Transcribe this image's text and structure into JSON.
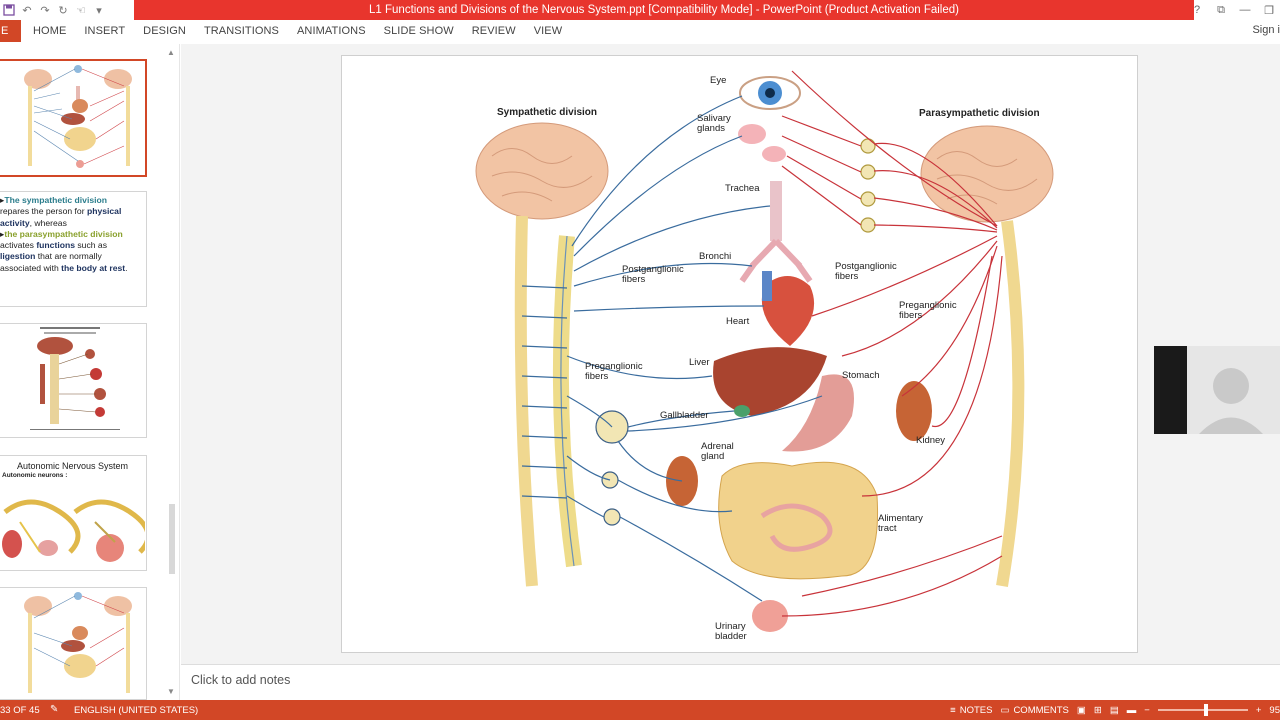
{
  "window": {
    "title": "L1 Functions and Divisions of the Nervous System.ppt [Compatibility Mode] - PowerPoint (Product Activation Failed)",
    "accent_color": "#d24726",
    "title_bar_color": "#e8352d",
    "controls": [
      "?",
      "⧉",
      "—",
      "❐"
    ]
  },
  "qat": {
    "icons": [
      "save-icon",
      "undo-icon",
      "redo-icon",
      "touch-mode-icon",
      "pointer-icon",
      "customize-icon"
    ]
  },
  "ribbon": {
    "file_tab": "E",
    "tabs": [
      "HOME",
      "INSERT",
      "DESIGN",
      "TRANSITIONS",
      "ANIMATIONS",
      "SLIDE SHOW",
      "REVIEW",
      "VIEW"
    ],
    "sign_in": "Sign i"
  },
  "thumbnails": {
    "slide2_text": [
      {
        "prefix": "",
        "accent": "The sympathetic division",
        "suffix": ""
      },
      {
        "prefix": "repares the person for ",
        "accent": "physical",
        "suffix": ""
      },
      {
        "prefix": "",
        "accent": "activity",
        "suffix": ", whereas"
      },
      {
        "prefix": "",
        "accent": "the parasympathetic division",
        "suffix": ""
      },
      {
        "prefix": "activates ",
        "accent": "functions",
        "suffix": " such as"
      },
      {
        "prefix": "",
        "accent": "ligestion",
        "suffix": " that are normally"
      },
      {
        "prefix": "associated with ",
        "accent": "the body at rest",
        "suffix": "."
      }
    ],
    "slide4_title": "Autonomic Nervous System",
    "slide4_subtitle": "Autonomic neurons :"
  },
  "slide": {
    "labels": {
      "sympathetic": "Sympathetic division",
      "parasympathetic": "Parasympathetic division",
      "eye": "Eye",
      "salivary": "Salivary glands",
      "trachea": "Trachea",
      "bronchi": "Bronchi",
      "heart": "Heart",
      "liver": "Liver",
      "gallbladder": "Gallbladder",
      "adrenal": "Adrenal gland",
      "stomach": "Stomach",
      "kidney": "Kidney",
      "alimentary": "Alimentary tract",
      "urinary": "Urinary bladder",
      "postganglionic_left": "Postganglionic fibers",
      "postganglionic_right": "Postganglionic fibers",
      "preganglionic_left": "Preganglionic fibers",
      "preganglionic_right": "Preganglionic fibers"
    }
  },
  "notes": {
    "placeholder": "Click to add notes"
  },
  "status": {
    "slide_counter": "33 OF 45",
    "language": "ENGLISH (UNITED STATES)",
    "notes": "NOTES",
    "comments": "COMMENTS",
    "zoom": "95"
  }
}
